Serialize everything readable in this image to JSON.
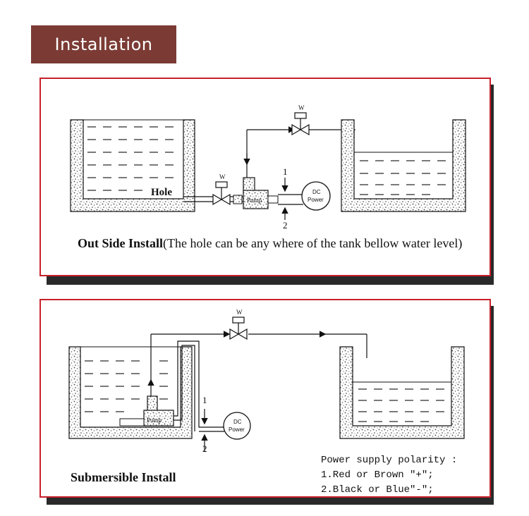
{
  "header": {
    "title": "Installation"
  },
  "colors": {
    "header_bg": "#7b3b34",
    "panel_border": "#c8202a",
    "shadow": "#2a2a2a"
  },
  "outside": {
    "hole_label": "Hole",
    "valve_label": "W",
    "pump_label": "Pump",
    "power_label_1": "DC",
    "power_label_2": "Power",
    "wire_1": "1",
    "wire_2": "2",
    "caption_bold": "Out Side Install",
    "caption_rest": "(The hole can be any where of the tank bellow water level)"
  },
  "submersible": {
    "valve_label": "W",
    "pump_label": "Pump",
    "power_label_1": "DC",
    "power_label_2": "Power",
    "wire_1": "1",
    "wire_2": "2",
    "caption": "Submersible Install",
    "polarity_title": "Power supply polarity :",
    "polarity_1": "1.Red or Brown \"+\";",
    "polarity_2": "2.Black or Blue\"-\";"
  }
}
